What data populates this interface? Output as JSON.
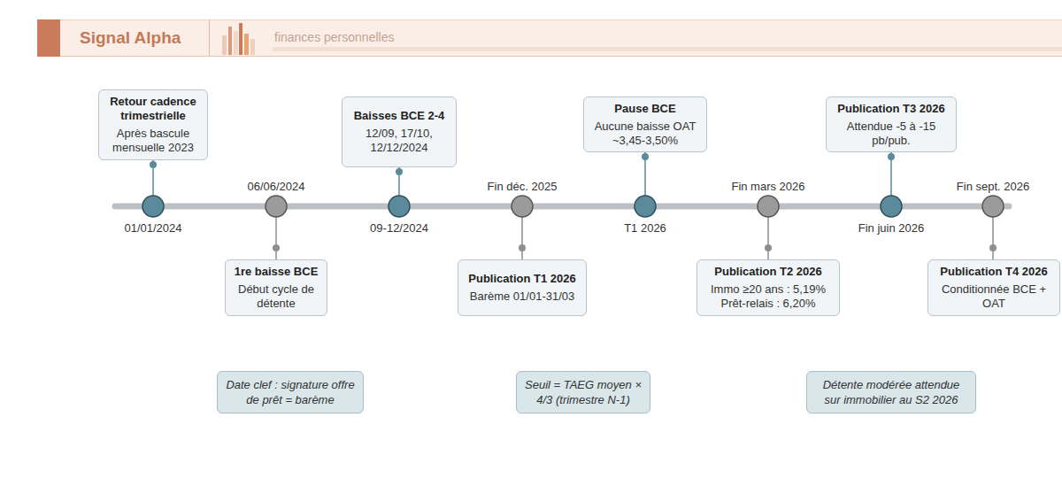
{
  "diagram": {
    "title": "Signal Alpha",
    "nodes": [
      {
        "text": [
          "Retour cadence trimestrielle",
          "Après bascule mensuelle 2023"
        ]
      },
      {
        "text": [
          "1re baisse BCE",
          "Début cycle de détente"
        ]
      },
      {
        "text": [
          "Baisses BCE 2-4",
          "12/09, 17/10, 12/12/2024"
        ]
      },
      {
        "text": [
          "Publication T1 2026",
          "Barème 01/01-31/03"
        ]
      },
      {
        "text": [
          "Pause BCE",
          "Aucune baisse OAT ~3,45-3,50%"
        ]
      },
      {
        "text": [
          "Publication T2 2026",
          "Immo ≥20 ans : 5,19% Prêt-relais : 6,20%"
        ]
      },
      {
        "text": [
          "Publication T3 2026",
          "Attendue -5 à -15 pb/pub."
        ]
      },
      {
        "text": [
          "Publication T4 2026",
          "Conditionnée BCE + OAT"
        ]
      },
      {
        "text": [
          "Date clef : signature offre de prêt = barème"
        ]
      },
      {
        "text": [
          "Seuil = TAEG moyen × 4/3 (trimestre N-1)"
        ]
      },
      {
        "text": [
          "Détente modérée attendue sur immobilier au S2 2026"
        ]
      }
    ],
    "labels": [
      "finances personnelles",
      "01/01/2024",
      "06/06/2024",
      "09-12/2024",
      "Fin déc. 2025",
      "T1 2026",
      "Fin mars 2026",
      "Fin juin 2026",
      "Fin sept. 2026"
    ]
  }
}
